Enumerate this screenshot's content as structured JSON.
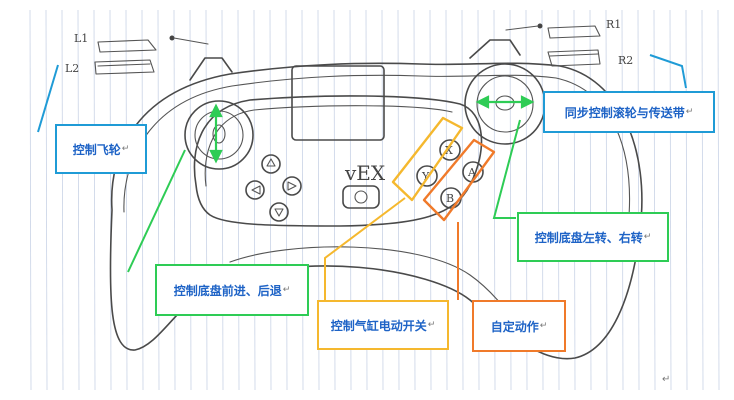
{
  "colors": {
    "blue": "#1f9bd6",
    "green": "#2ecc55",
    "yellow": "#f5b82e",
    "orange": "#f07a2a",
    "text": "#1e63c6"
  },
  "sketch": {
    "logo": "vEX",
    "l1": "L1",
    "l2": "L2",
    "r1": "R1",
    "r2": "R2",
    "btn_x": "X",
    "btn_y": "Y",
    "btn_a": "A",
    "btn_b": "B"
  },
  "labels": {
    "flywheel": "控制飞轮",
    "sync_roller": "同步控制滚轮与传送带",
    "chassis_turn": "控制底盘左转、右转",
    "chassis_move": "控制底盘前进、后退",
    "pneumatic": "控制气缸电动开关",
    "custom_action": "自定动作"
  },
  "paragraph_mark": "↵"
}
